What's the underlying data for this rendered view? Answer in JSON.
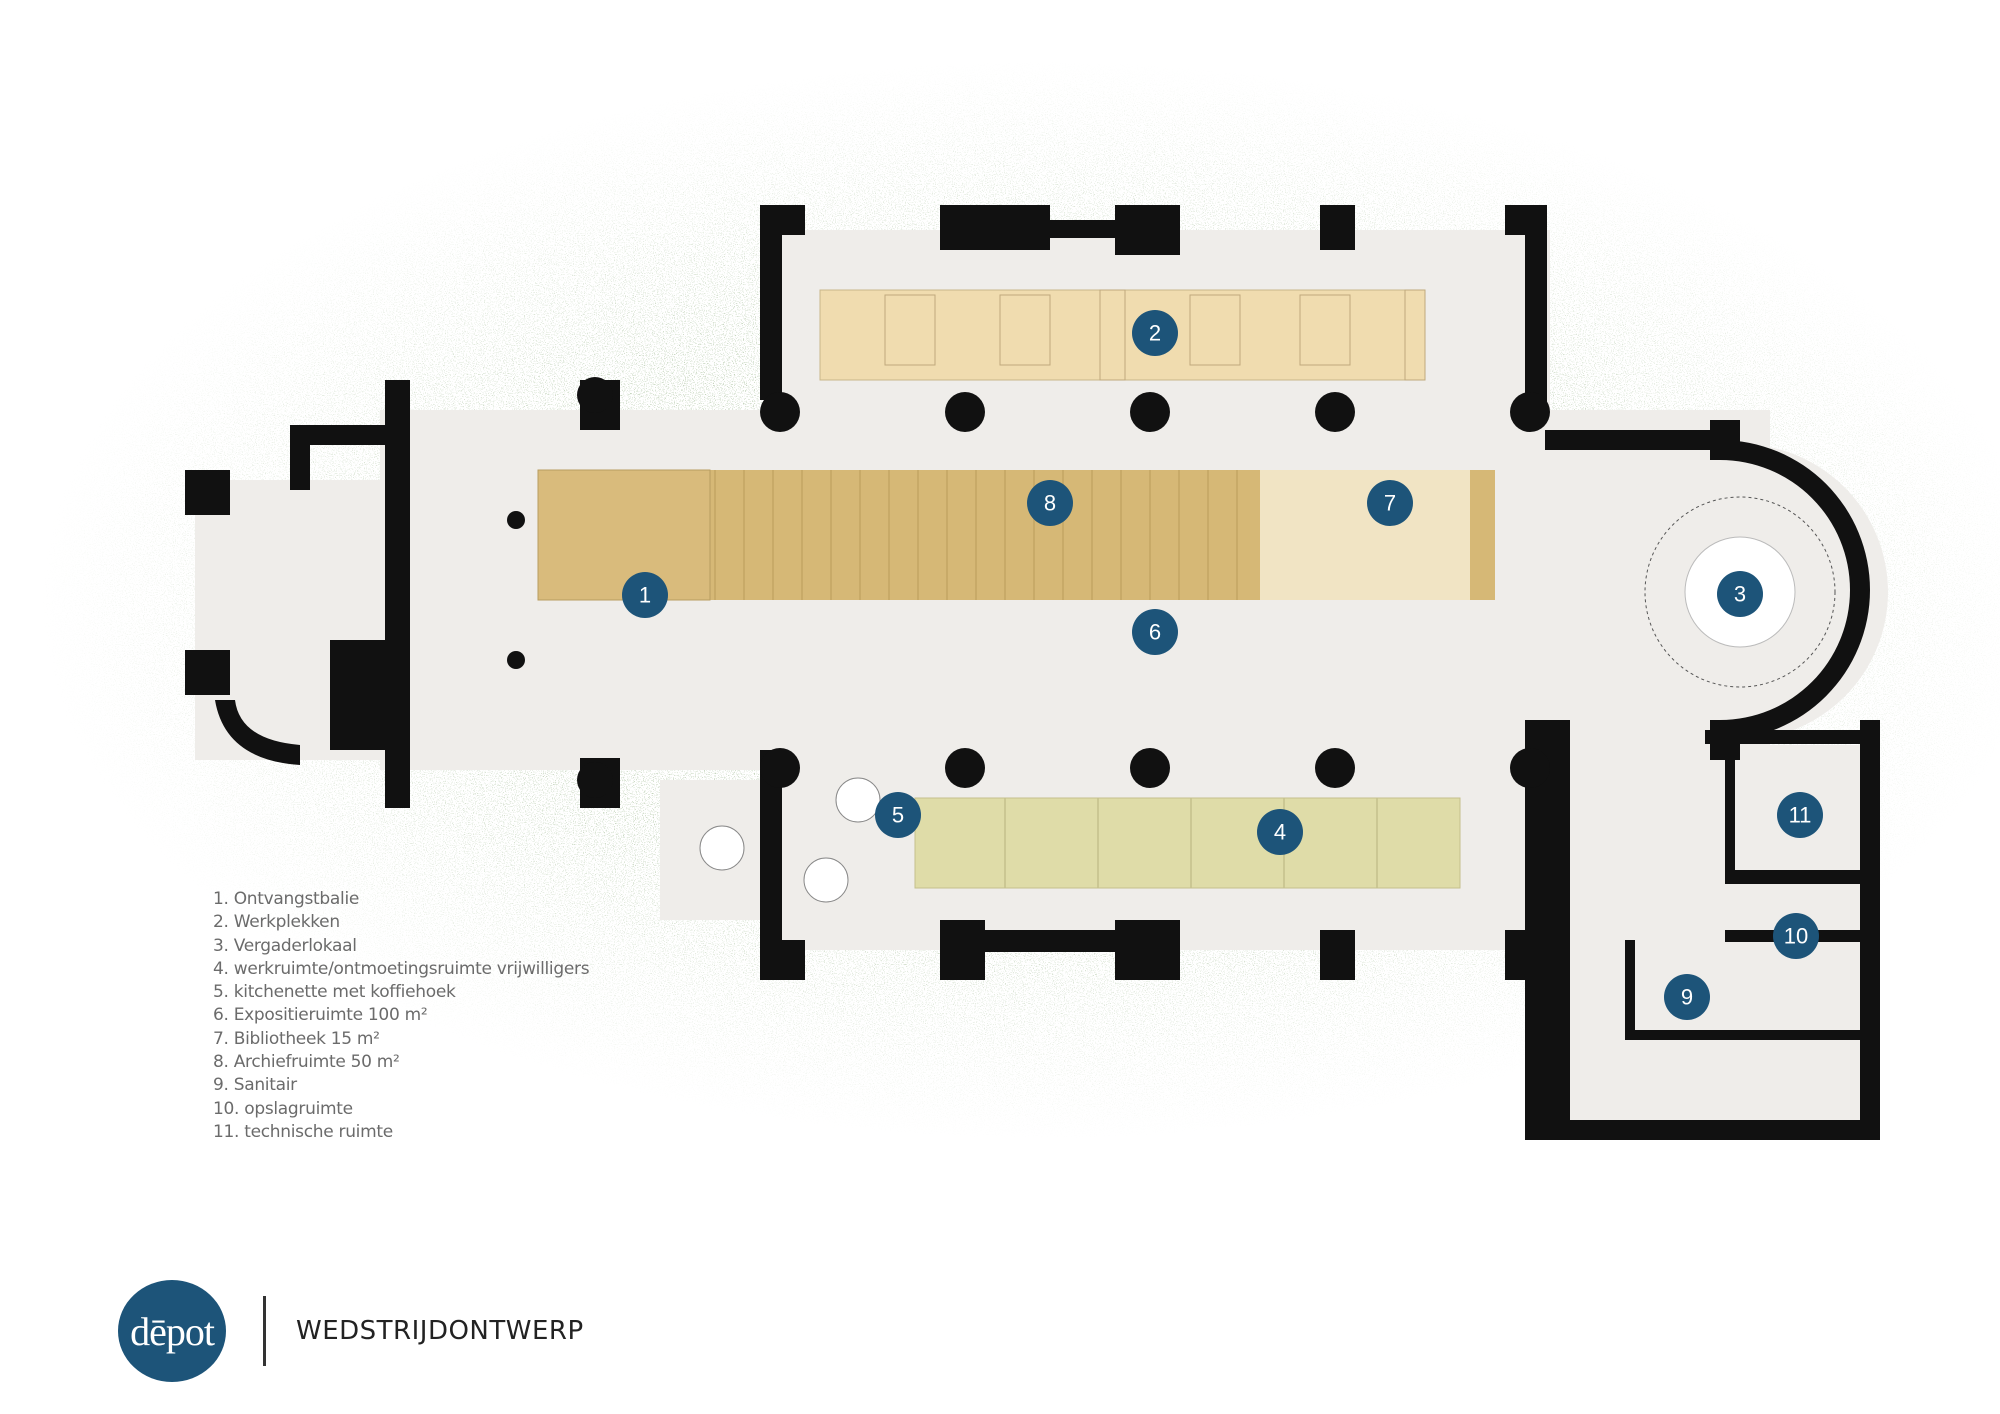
{
  "markers": [
    {
      "id": "1",
      "label": "1"
    },
    {
      "id": "2",
      "label": "2"
    },
    {
      "id": "3",
      "label": "3"
    },
    {
      "id": "4",
      "label": "4"
    },
    {
      "id": "5",
      "label": "5"
    },
    {
      "id": "6",
      "label": "6"
    },
    {
      "id": "7",
      "label": "7"
    },
    {
      "id": "8",
      "label": "8"
    },
    {
      "id": "9",
      "label": "9"
    },
    {
      "id": "10",
      "label": "10"
    },
    {
      "id": "11",
      "label": "11"
    }
  ],
  "legend": [
    "1. Ontvangstbalie",
    "2. Werkplekken",
    "3. Vergaderlokaal",
    "4. werkruimte/ontmoetingsruimte vrijwilligers",
    "5. kitchenette met koffiehoek",
    "6. Expositieruimte 100 m²",
    "7. Bibliotheek 15 m²",
    "8. Archiefruimte 50 m²",
    "9. Sanitair",
    "10. opslagruimte",
    "11. technische ruimte"
  ],
  "footer": {
    "logo_text": "dēpot",
    "title": "WEDSTRIJDONTWERP"
  },
  "colors": {
    "marker": "#1d5479",
    "floor": "#efedea",
    "walls": "#111111",
    "archive": "#d6b876",
    "library": "#f1e4c4",
    "workplaces": "#f0dcaf",
    "volunteers": "#dfdca8"
  }
}
